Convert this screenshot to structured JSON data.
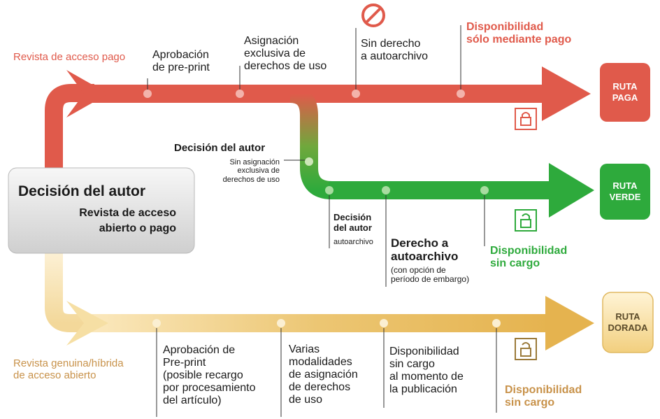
{
  "center_box": {
    "title": "Decisión del autor",
    "line1": "Revista de acceso",
    "line2": "abierto o pago"
  },
  "paid_path": {
    "label": "Revista de acceso pago",
    "step1": [
      "Aprobación",
      "de pre-print"
    ],
    "step2": [
      "Asignación",
      "exclusiva de",
      "derechos de uso"
    ],
    "step3": [
      "Sin derecho",
      "a autoarchivo"
    ],
    "step4": [
      "Disponibilidad",
      "sólo mediante pago"
    ],
    "route": [
      "RUTA",
      "PAGA"
    ]
  },
  "green_path": {
    "decision_title": "Decisión del autor",
    "decision_note": [
      "Sin asignación",
      "exclusiva de",
      "derechos de uso"
    ],
    "step1_title": [
      "Decisión",
      "del autor"
    ],
    "step1_note": "autoarchivo",
    "step2_title": [
      "Derecho a",
      "autoarchivo"
    ],
    "step2_note": [
      "(con opción de",
      "período de embargo)"
    ],
    "step3": [
      "Disponibilidad",
      "sin cargo"
    ],
    "route": [
      "RUTA",
      "VERDE"
    ]
  },
  "gold_path": {
    "label": [
      "Revista genuina/híbrida",
      "de acceso abierto"
    ],
    "step1": [
      "Aprobación de",
      "Pre-print",
      "(posible recargo",
      "por procesamiento",
      "del artículo)"
    ],
    "step2": [
      "Varias",
      "modalidades",
      "de asignación",
      "de derechos",
      "de uso"
    ],
    "step3": [
      "Disponibilidad",
      "sin cargo",
      "al momento de",
      "la publicación"
    ],
    "step4": [
      "Disponibilidad",
      "sin cargo"
    ],
    "route": [
      "RUTA",
      "DORADA"
    ]
  },
  "colors": {
    "red": "#e05a4b",
    "green": "#2eaa3c",
    "gold": "#e9bf5c",
    "gold_text": "#c8924a"
  },
  "icons": {
    "no_entry": "no-entry-icon",
    "lock_closed": "lock-closed-icon",
    "lock_open_green": "lock-open-icon",
    "lock_open_gold": "lock-open-icon"
  }
}
